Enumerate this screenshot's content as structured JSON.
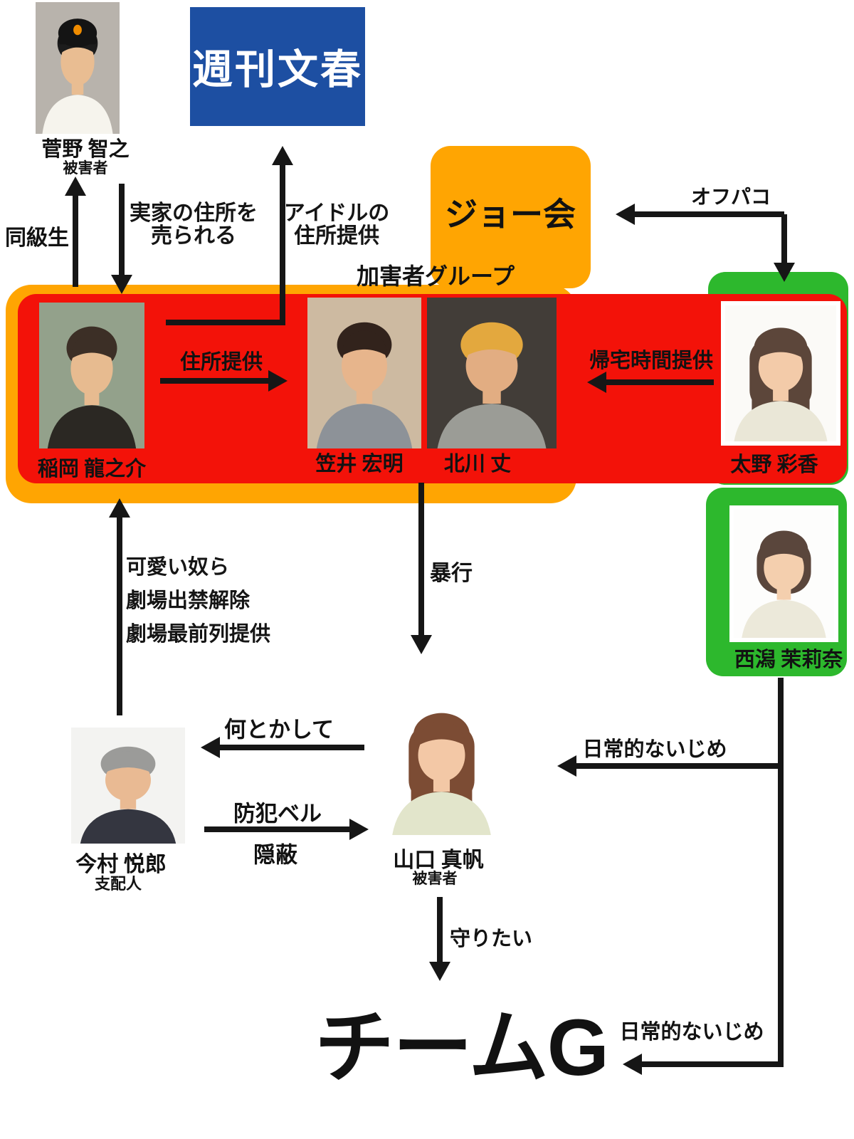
{
  "colors": {
    "orange": "#ffa502",
    "red": "#f31209",
    "green": "#2db82d",
    "blue": "#1d4fa2",
    "line": "#161616"
  },
  "boxes": {
    "bunshun": "週刊文春",
    "joekai": "ジョー会",
    "kagaisha": "加害者グループ",
    "teamg": "チームG"
  },
  "people": {
    "sugano": {
      "name": "菅野 智之",
      "role": "被害者",
      "avatar": {
        "style": "cap",
        "bg": "#b8b3ac",
        "skin": "#e9bd92",
        "hair": "#1c1c1c",
        "top": "#f6f4ed",
        "cap": "#141414",
        "logo": "#f08c00"
      }
    },
    "inaoka": {
      "name": "稲岡 龍之介",
      "avatar": {
        "style": "short",
        "bg": "#93a18b",
        "skin": "#e7bb90",
        "hair": "#3c2f26",
        "top": "#2b2823"
      }
    },
    "kasai": {
      "name": "笠井 宏明",
      "avatar": {
        "style": "short",
        "bg": "#cdbaa1",
        "skin": "#e7b58c",
        "hair": "#32231c",
        "top": "#8d9298"
      }
    },
    "kitagawa": {
      "name": "北川 丈",
      "avatar": {
        "style": "short",
        "bg": "#423d38",
        "skin": "#e2ad82",
        "hair": "#e3a83e",
        "top": "#9b9c96"
      }
    },
    "tano": {
      "name": "太野 彩香",
      "avatar": {
        "style": "long",
        "bg": "#fbfaf7",
        "skin": "#f3cba9",
        "hair": "#5c463a",
        "top": "#eae7d7"
      }
    },
    "nishigata": {
      "name": "西潟 茉莉奈",
      "avatar": {
        "style": "bob",
        "bg": "#fdfdfc",
        "skin": "#f4cfae",
        "hair": "#5a463c",
        "top": "#ece9da"
      }
    },
    "imamura": {
      "name": "今村 悦郎",
      "role": "支配人",
      "avatar": {
        "style": "gray",
        "bg": "#f3f3f1",
        "skin": "#e9ba93",
        "hair": "#9b9b99",
        "top": "#343640"
      }
    },
    "yamaguchi": {
      "name": "山口 真帆",
      "role": "被害者",
      "avatar": {
        "style": "long",
        "bg": "#ffffff",
        "skin": "#f3c8a6",
        "hair": "#7c4c34",
        "top": "#e2e5cb"
      }
    }
  },
  "edges": {
    "dokyusei": "同級生",
    "jikka1": "実家の住所を",
    "jikka2": "売られる",
    "idol1": "アイドルの",
    "idol2": "住所提供",
    "jusho": "住所提供",
    "kitaku": "帰宅時間提供",
    "ofupako": "オフパコ",
    "boko": "暴行",
    "kawaii1": "可愛い奴ら",
    "kawaii2": "劇場出禁解除",
    "kawaii3": "劇場最前列提供",
    "nantoka": "何とかして",
    "bohan1": "防犯ベル",
    "bohan2": "隠蔽",
    "ijime_top": "日常的ないじめ",
    "ijime_bottom": "日常的ないじめ",
    "mamoritai": "守りたい"
  }
}
